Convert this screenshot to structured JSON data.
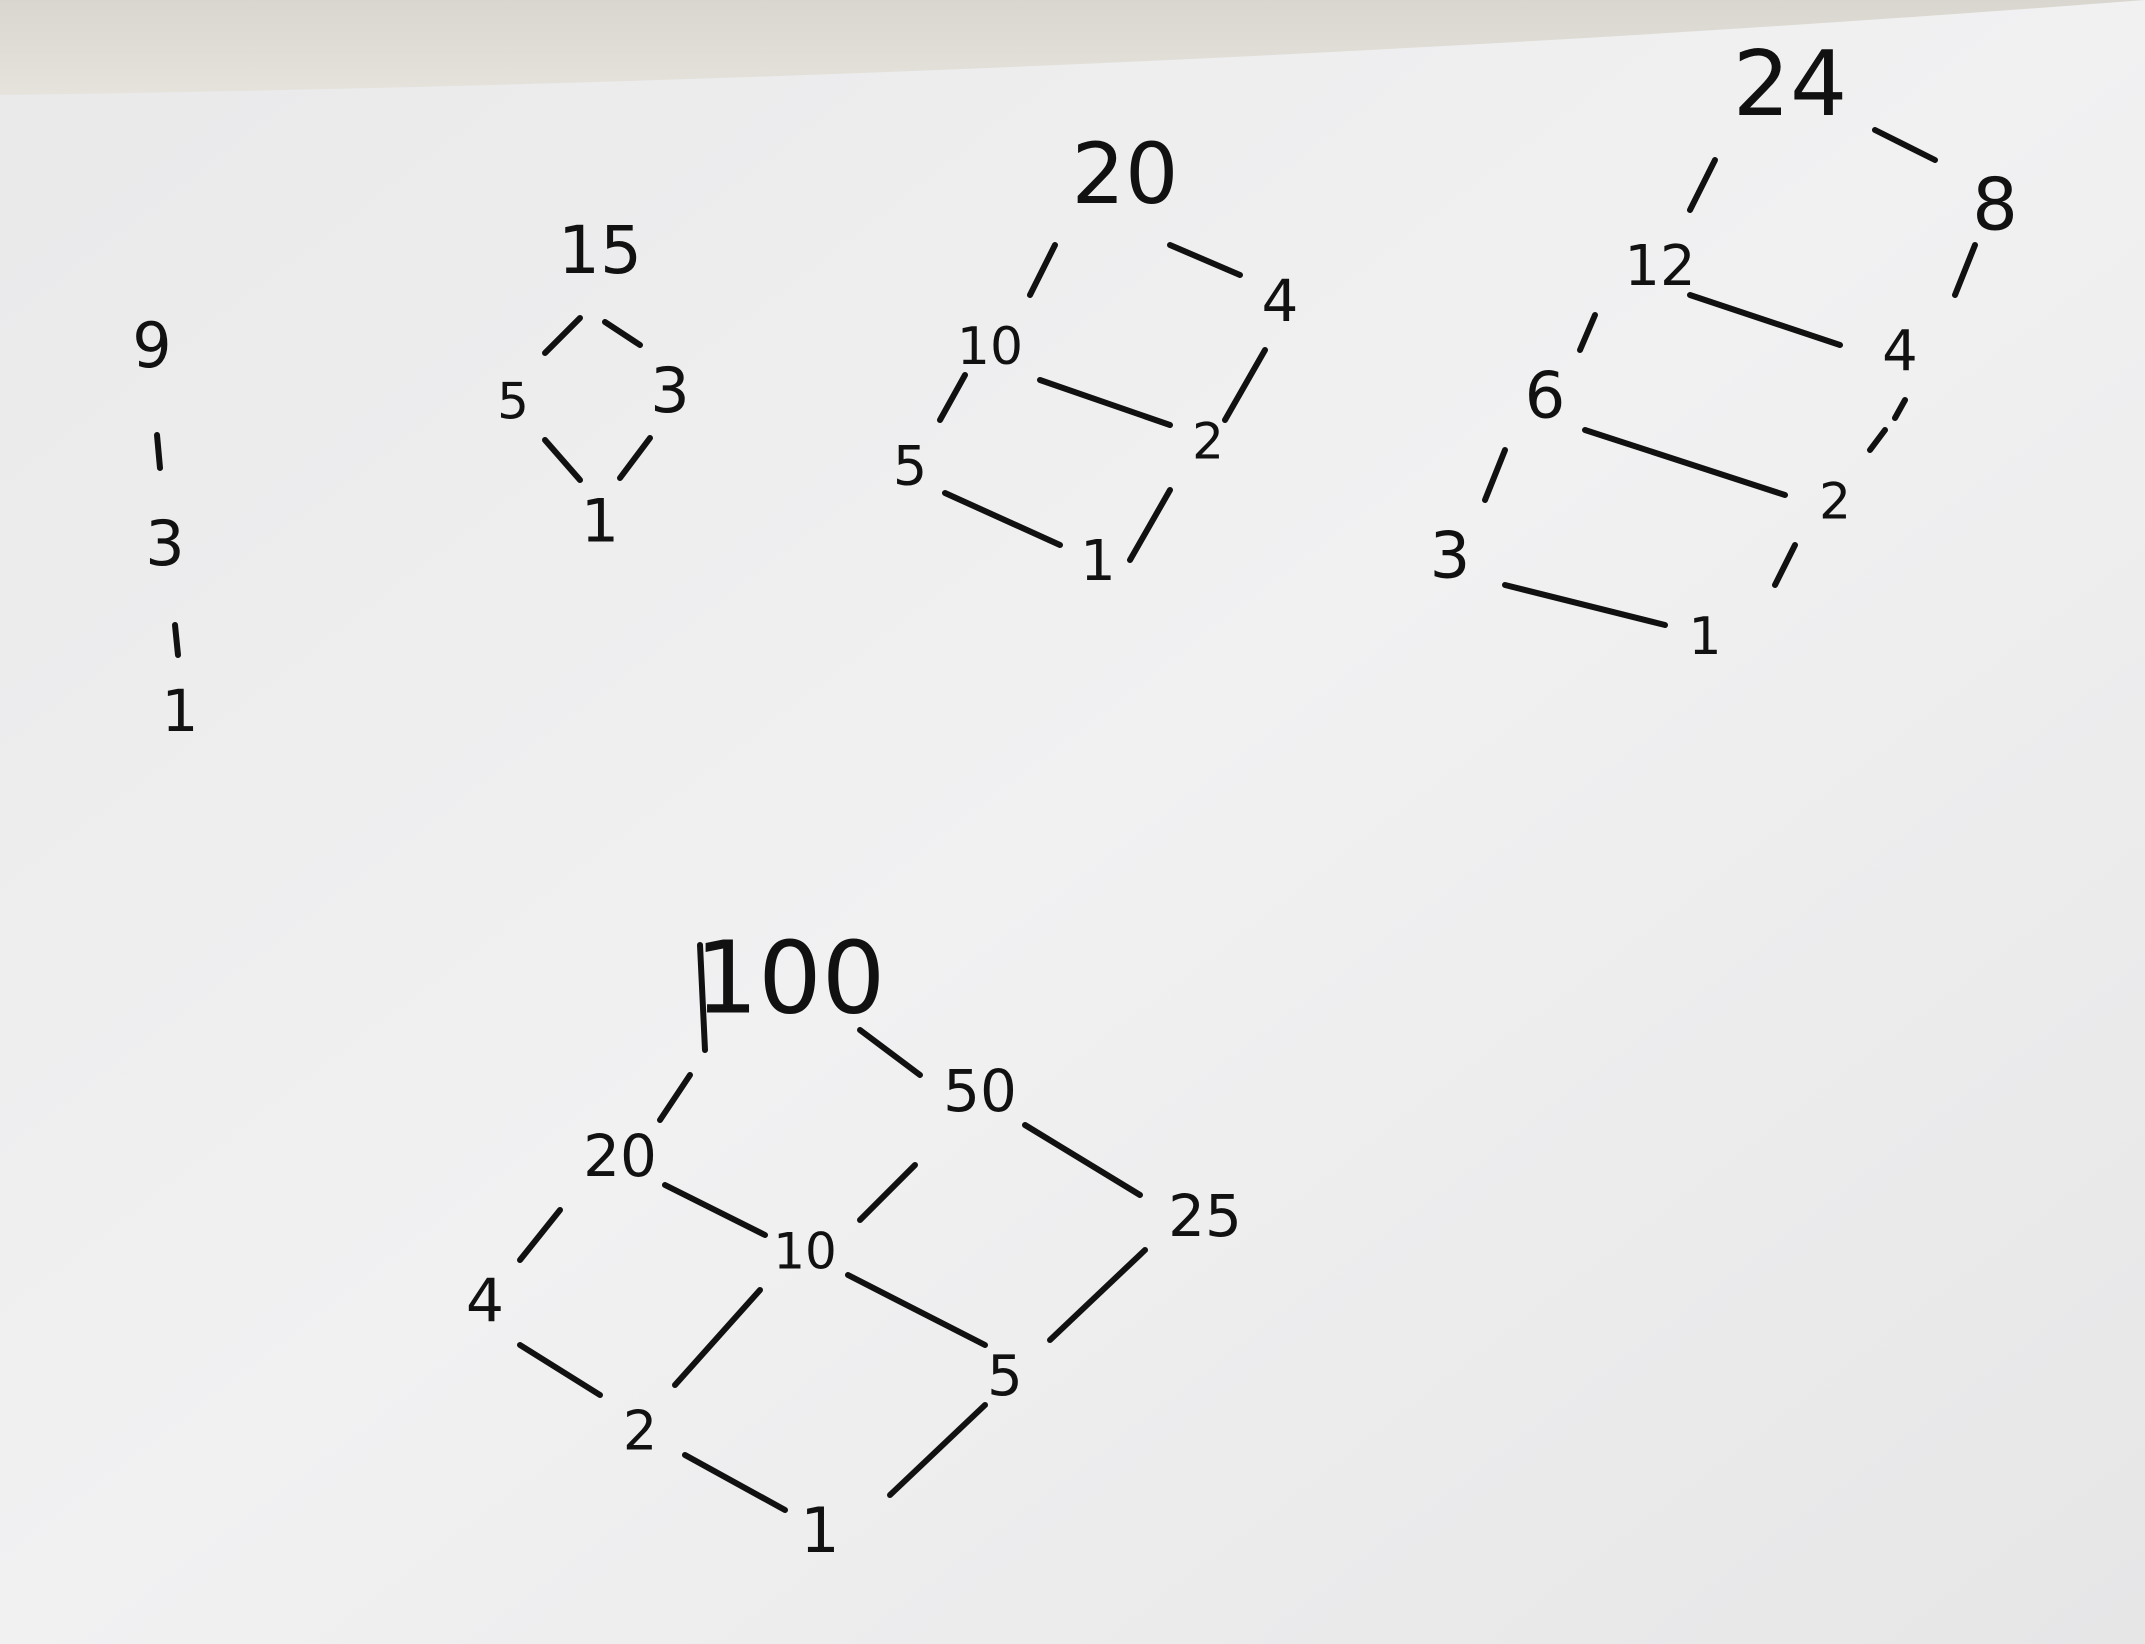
{
  "diagrams": [
    {
      "id": "d9",
      "nodes": [
        "9",
        "3",
        "1"
      ]
    },
    {
      "id": "d15",
      "nodes": [
        "15",
        "5",
        "3",
        "1"
      ]
    },
    {
      "id": "d20",
      "nodes": [
        "20",
        "10",
        "4",
        "5",
        "2",
        "1"
      ]
    },
    {
      "id": "d24",
      "nodes": [
        "24",
        "8",
        "12",
        "4",
        "6",
        "2",
        "3",
        "1"
      ]
    },
    {
      "id": "d100",
      "nodes": [
        "100",
        "20",
        "50",
        "4",
        "10",
        "25",
        "2",
        "5",
        "1"
      ]
    }
  ]
}
